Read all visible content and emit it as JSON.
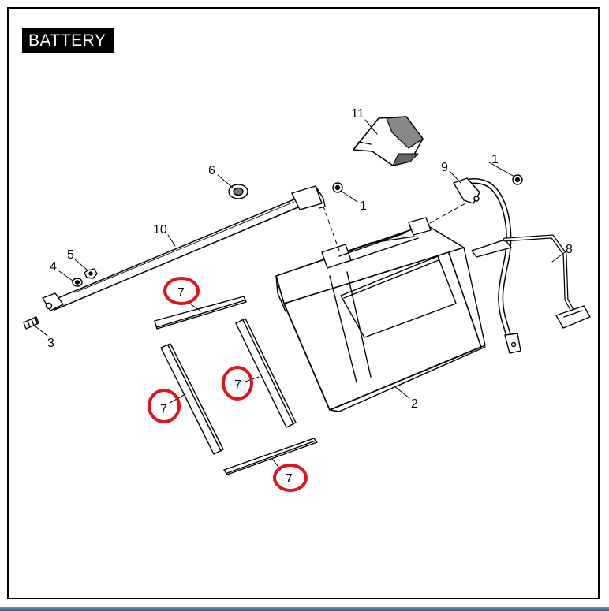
{
  "title": "BATTERY",
  "callouts": {
    "c1a": "1",
    "c1b": "1",
    "c2": "2",
    "c3": "3",
    "c4": "4",
    "c5": "5",
    "c6": "6",
    "c7a": "7",
    "c7b": "7",
    "c7c": "7",
    "c7d": "7",
    "c8": "8",
    "c9": "9",
    "c10": "10",
    "c11": "11"
  },
  "colors": {
    "highlight": "#e0141b",
    "line": "#000000",
    "bar": "#4a6d94"
  }
}
